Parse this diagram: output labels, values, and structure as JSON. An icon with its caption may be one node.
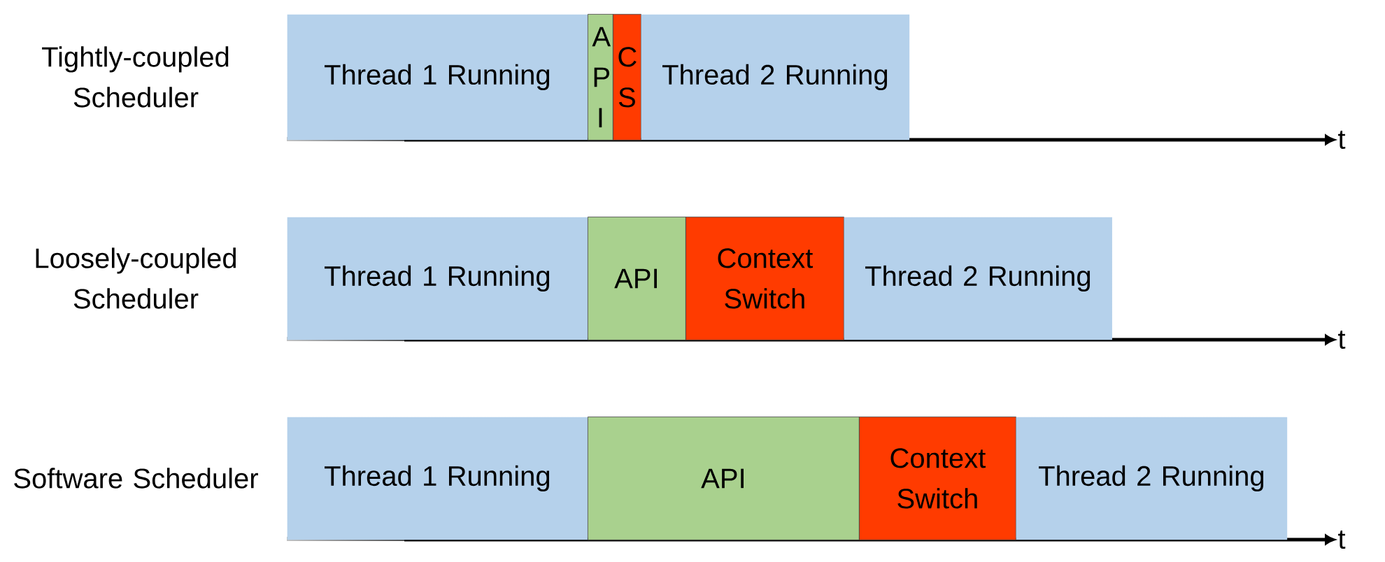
{
  "diagram": {
    "nodes": [
      {
        "text": [
          "Thread 1 Running"
        ]
      },
      {
        "text": [
          "API"
        ]
      },
      {
        "text": [
          "CS"
        ]
      },
      {
        "text": [
          "Thread 2 Running"
        ]
      },
      {
        "text": [
          "Thread 1 Running"
        ]
      },
      {
        "text": [
          "API"
        ]
      },
      {
        "text": [
          "Context Switch"
        ]
      },
      {
        "text": [
          "Thread 2 Running"
        ]
      },
      {
        "text": [
          "Thread 1 Running"
        ]
      },
      {
        "text": [
          "API"
        ]
      },
      {
        "text": [
          "Context Switch"
        ]
      },
      {
        "text": [
          "Thread 2 Running"
        ]
      }
    ],
    "edges": [],
    "labels": [
      "Tightly-coupled Scheduler",
      "t",
      "Loosely-coupled Scheduler",
      "t",
      "Software Scheduler",
      "t"
    ]
  }
}
